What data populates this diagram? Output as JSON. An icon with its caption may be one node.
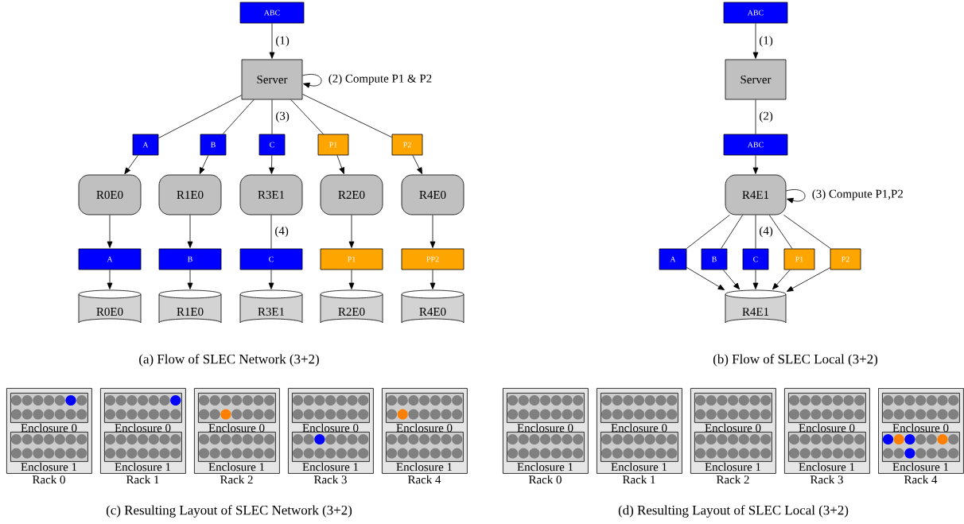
{
  "diagram": {
    "nodes": [
      {
        "text": [
          "ABC"
        ]
      },
      {
        "text": [
          "Server"
        ]
      },
      {
        "text": [
          "A"
        ]
      },
      {
        "text": [
          "B"
        ]
      },
      {
        "text": [
          "C"
        ]
      },
      {
        "text": [
          "P1"
        ]
      },
      {
        "text": [
          "P2"
        ]
      },
      {
        "text": [
          "R0E0"
        ]
      },
      {
        "text": [
          "R1E0"
        ]
      },
      {
        "text": [
          "R3E1"
        ]
      },
      {
        "text": [
          "R2E0"
        ]
      },
      {
        "text": [
          "R4E0"
        ]
      },
      {
        "text": [
          "A"
        ]
      },
      {
        "text": [
          "B"
        ]
      },
      {
        "text": [
          "C"
        ]
      },
      {
        "text": [
          "P1"
        ]
      },
      {
        "text": [
          "PP2"
        ]
      },
      {
        "text": [
          "R0E0"
        ]
      },
      {
        "text": [
          "R1E0"
        ]
      },
      {
        "text": [
          "R3E1"
        ]
      },
      {
        "text": [
          "R2E0"
        ]
      },
      {
        "text": [
          "R4E0"
        ]
      },
      {
        "text": [
          "ABC"
        ]
      },
      {
        "text": [
          "Server"
        ]
      },
      {
        "text": [
          "ABC"
        ]
      },
      {
        "text": [
          "R4E1"
        ]
      },
      {
        "text": [
          "A"
        ]
      },
      {
        "text": [
          "B"
        ]
      },
      {
        "text": [
          "C"
        ]
      },
      {
        "text": [
          "P1"
        ]
      },
      {
        "text": [
          "P2"
        ]
      },
      {
        "text": [
          "R4E1"
        ]
      },
      {
        "text": [
          "Rack 0"
        ]
      },
      {
        "text": [
          "Enclosure 0"
        ],
        "in": 32
      },
      {
        "text": [
          "Enclosure 1"
        ],
        "in": 32
      },
      {
        "text": [
          "Rack 1"
        ]
      },
      {
        "text": [
          "Enclosure 0"
        ],
        "in": 35
      },
      {
        "text": [
          "Enclosure 1"
        ],
        "in": 35
      },
      {
        "text": [
          "Rack 2"
        ]
      },
      {
        "text": [
          "Enclosure 0"
        ],
        "in": 38
      },
      {
        "text": [
          "Enclosure 1"
        ],
        "in": 38
      },
      {
        "text": [
          "Rack 3"
        ]
      },
      {
        "text": [
          "Enclosure 0"
        ],
        "in": 41
      },
      {
        "text": [
          "Enclosure 1"
        ],
        "in": 41
      },
      {
        "text": [
          "Rack 4"
        ]
      },
      {
        "text": [
          "Enclosure 0"
        ],
        "in": 44
      },
      {
        "text": [
          "Enclosure 1"
        ],
        "in": 44
      },
      {
        "text": [
          "Rack 0"
        ]
      },
      {
        "text": [
          "Enclosure 0"
        ],
        "in": 47
      },
      {
        "text": [
          "Enclosure 1"
        ],
        "in": 47
      },
      {
        "text": [
          "Rack 1"
        ]
      },
      {
        "text": [
          "Enclosure 0"
        ],
        "in": 50
      },
      {
        "text": [
          "Enclosure 1"
        ],
        "in": 50
      },
      {
        "text": [
          "Rack 2"
        ]
      },
      {
        "text": [
          "Enclosure 0"
        ],
        "in": 53
      },
      {
        "text": [
          "Enclosure 1"
        ],
        "in": 53
      },
      {
        "text": [
          "Rack 3"
        ]
      },
      {
        "text": [
          "Enclosure 0"
        ],
        "in": 56
      },
      {
        "text": [
          "Enclosure 1"
        ],
        "in": 56
      },
      {
        "text": [
          "Rack 4"
        ]
      },
      {
        "text": [
          "Enclosure 0"
        ],
        "in": 59
      },
      {
        "text": [
          "Enclosure 1"
        ],
        "in": 59
      }
    ],
    "edges": [
      {
        "from": 0,
        "to": 1,
        "arrow": "to",
        "label": "(1)"
      },
      {
        "from": 1,
        "to": 1,
        "arrow": "to",
        "label": "(2) Compute P1 & P2"
      },
      {
        "from": 1,
        "to": 2,
        "arrow": "none"
      },
      {
        "from": 1,
        "to": 3,
        "arrow": "none"
      },
      {
        "from": 1,
        "to": 4,
        "arrow": "none",
        "label": "(3)"
      },
      {
        "from": 1,
        "to": 5,
        "arrow": "none"
      },
      {
        "from": 1,
        "to": 6,
        "arrow": "none"
      },
      {
        "from": 2,
        "to": 7,
        "arrow": "to"
      },
      {
        "from": 3,
        "to": 8,
        "arrow": "to"
      },
      {
        "from": 4,
        "to": 9,
        "arrow": "to"
      },
      {
        "from": 5,
        "to": 10,
        "arrow": "to"
      },
      {
        "from": 6,
        "to": 11,
        "arrow": "to"
      },
      {
        "from": 7,
        "to": 12,
        "arrow": "to"
      },
      {
        "from": 8,
        "to": 13,
        "arrow": "to"
      },
      {
        "from": 9,
        "to": 14,
        "arrow": "none",
        "label": "(4)"
      },
      {
        "from": 10,
        "to": 15,
        "arrow": "to"
      },
      {
        "from": 11,
        "to": 16,
        "arrow": "to"
      },
      {
        "from": 12,
        "to": 17,
        "arrow": "to"
      },
      {
        "from": 13,
        "to": 18,
        "arrow": "to"
      },
      {
        "from": 14,
        "to": 19,
        "arrow": "to"
      },
      {
        "from": 15,
        "to": 20,
        "arrow": "to"
      },
      {
        "from": 16,
        "to": 21,
        "arrow": "to"
      },
      {
        "from": 22,
        "to": 23,
        "arrow": "to",
        "label": "(1)"
      },
      {
        "from": 23,
        "to": 24,
        "arrow": "none",
        "label": "(2)"
      },
      {
        "from": 24,
        "to": 25,
        "arrow": "to"
      },
      {
        "from": 25,
        "to": 25,
        "arrow": "to",
        "label": "(3) Compute P1,P2"
      },
      {
        "from": 25,
        "to": 26,
        "arrow": "none"
      },
      {
        "from": 25,
        "to": 27,
        "arrow": "none"
      },
      {
        "from": 25,
        "to": 28,
        "arrow": "none",
        "label": "(4)"
      },
      {
        "from": 25,
        "to": 29,
        "arrow": "none"
      },
      {
        "from": 25,
        "to": 30,
        "arrow": "none"
      },
      {
        "from": 26,
        "to": 31,
        "arrow": "to"
      },
      {
        "from": 27,
        "to": 31,
        "arrow": "to"
      },
      {
        "from": 28,
        "to": 31,
        "arrow": "to"
      },
      {
        "from": 29,
        "to": 31,
        "arrow": "to"
      },
      {
        "from": 30,
        "to": 31,
        "arrow": "to"
      }
    ],
    "labels": [
      "(a) Flow of SLEC Network (3+2)",
      "(b) Flow of SLEC Local (3+2)",
      "(c) Resulting Layout of SLEC Network (3+2)",
      "(d) Resulting Layout of SLEC Local (3+2)"
    ]
  }
}
